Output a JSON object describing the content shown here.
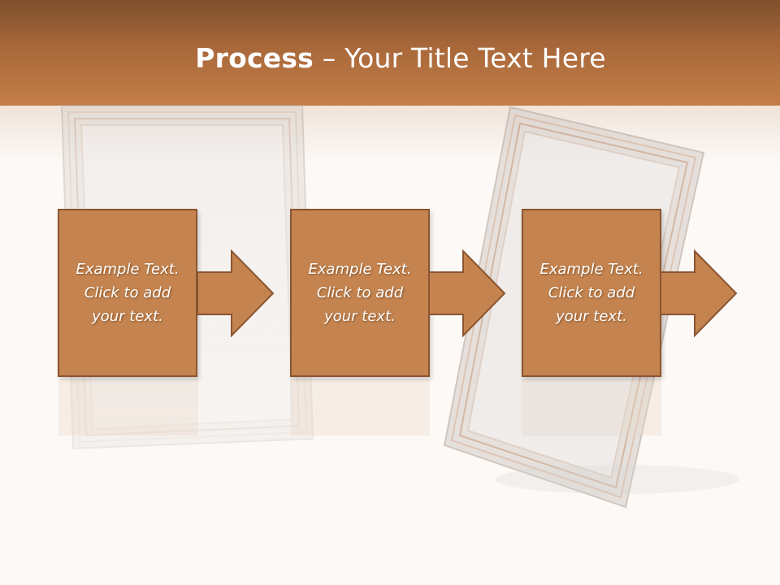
{
  "slide": {
    "title_bold": "Process",
    "title_rest": " – Your Title Text Here"
  },
  "steps": [
    {
      "text": "Example Text.\nClick  to add\nyour text."
    },
    {
      "text": "Example Text.\nClick  to add\nyour text."
    },
    {
      "text": "Example Text.\nClick  to add\nyour text."
    }
  ],
  "colors": {
    "header_brown": "#a9683a",
    "box_fill": "#c5844f",
    "box_border": "#8a5530"
  }
}
